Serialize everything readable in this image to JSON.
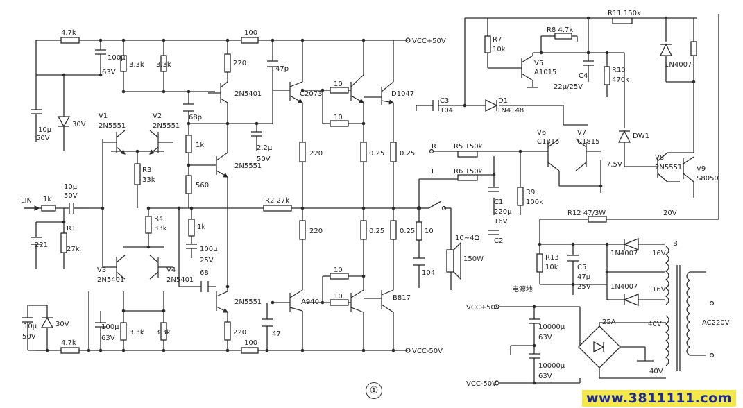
{
  "supply_labels": {
    "vcc_pos_top": "VCC+50V",
    "vcc_neg_bottom": "VCC-50V",
    "vcc_pos_psu": "VCC+50V",
    "vcc_neg_psu": "VCC-50V",
    "rail_20v": "20V",
    "rail_7v5": "7.5V",
    "ac_input": "AC220V",
    "ground_label": "电源地"
  },
  "input_labels": {
    "lin": "LIN",
    "r_in": "R",
    "l_in": "L"
  },
  "resistors": {
    "r_top_47k": "4.7k",
    "r_bot_47k": "4.7k",
    "r_in_1k": "1k",
    "r1": "R1",
    "r1_val": "27k",
    "r_33k_1": "3.3k",
    "r_33k_2": "3.3k",
    "r_33k_3": "3.3k",
    "r_33k_4": "3.3k",
    "r3": "R3",
    "r3_val": "33k",
    "r4": "R4",
    "r4_val": "33k",
    "r_220_top": "220",
    "r_220_bot": "220",
    "r_100_top": "100",
    "r_100_bot": "100",
    "r_1k_vbe": "1k",
    "r_560": "560",
    "r_1k_fb": "1k",
    "r2": "R2 27k",
    "r_220_mid1": "220",
    "r_220_mid2": "220",
    "r_10_top": "10",
    "r_10_mid": "10",
    "r_10_bot1": "10",
    "r_10_bot2": "10",
    "r_025_1": "0.25",
    "r_025_2": "0.25",
    "r_025_3": "0.25",
    "r_025_4": "0.25",
    "r_10_zobel": "10",
    "r7": "R7",
    "r7_val": "10k",
    "r8": "R8 4.7k",
    "r10": "R10",
    "r10_val": "470k",
    "r11": "R11 150k",
    "r5": "R5 150k",
    "r6": "R6 150k",
    "r9": "R9",
    "r9_val": "100k",
    "r12": "R12 47/3W",
    "r13": "R13",
    "r13_val": "10k"
  },
  "capacitors": {
    "c_100u_top": "100μ",
    "c_100u_top_v": "63V",
    "c_10u_top": "10μ",
    "c_10u_top_v": "50V",
    "c_10u_in": "10μ",
    "c_10u_in_v": "50V",
    "c_221": "221",
    "c_10u_bot": "10μ",
    "c_10u_bot_v": "50V",
    "c_100u_bot": "100μ",
    "c_100u_bot_v": "63V",
    "c_68p": "68p",
    "c_22u": "2.2μ",
    "c_22u_v": "50V",
    "c_47p": "47p",
    "c_100u_fb": "100μ",
    "c_100u_fb_v": "25V",
    "c_68": "68",
    "c_47": "47",
    "c_104_zobel": "104",
    "c3": "C3",
    "c3_val": "104",
    "c4": "C4",
    "c4_val": "22μ/25V",
    "c1": "C1",
    "c1_val": "220μ",
    "c1_v": "16V",
    "c2": "C2",
    "c5": "C5",
    "c5_val": "47μ",
    "c5_v": "25V",
    "c_psu1": "10000μ",
    "c_psu1_v": "63V",
    "c_psu2": "10000μ",
    "c_psu2_v": "63V"
  },
  "semiconductors": {
    "v1": "V1",
    "v1_type": "2N5551",
    "v2": "V2",
    "v2_type": "2N5551",
    "v3": "V3",
    "v3_type": "2N5401",
    "v4": "V4",
    "v4_type": "2N5401",
    "q_2n5401": "2N5401",
    "q_2n5551_vbe": "2N5551",
    "q_2n5551_vas": "2N5551",
    "q_c2073": "C2073",
    "q_a940": "A940",
    "q_d1047": "D1047",
    "q_b817": "B817",
    "z_30v_top": "30V",
    "z_30v_bot": "30V",
    "v5": "V5",
    "v5_type": "A1015",
    "d1": "D1",
    "d1_type": "1N4148",
    "v6": "V6",
    "v6_type": "C1815",
    "v7": "V7",
    "v7_type": "C1815",
    "dw1": "DW1",
    "d_1n4007_top": "1N4007",
    "v8": "V8",
    "v8_type": "2N5551",
    "v9": "V9",
    "v9_type": "S8050",
    "d_1n4007_a": "1N4007",
    "d_1n4007_b": "1N4007",
    "bridge": "25A"
  },
  "output": {
    "relay_j": "J",
    "speaker_imp": "10~4Ω",
    "speaker_power": "150W"
  },
  "transformer": {
    "label": "B",
    "sec_16v_1": "16V",
    "sec_16v_2": "16V",
    "sec_40v_1": "40V",
    "sec_40v_2": "40V"
  },
  "figure_number": "①",
  "website": "www.3811111.com"
}
